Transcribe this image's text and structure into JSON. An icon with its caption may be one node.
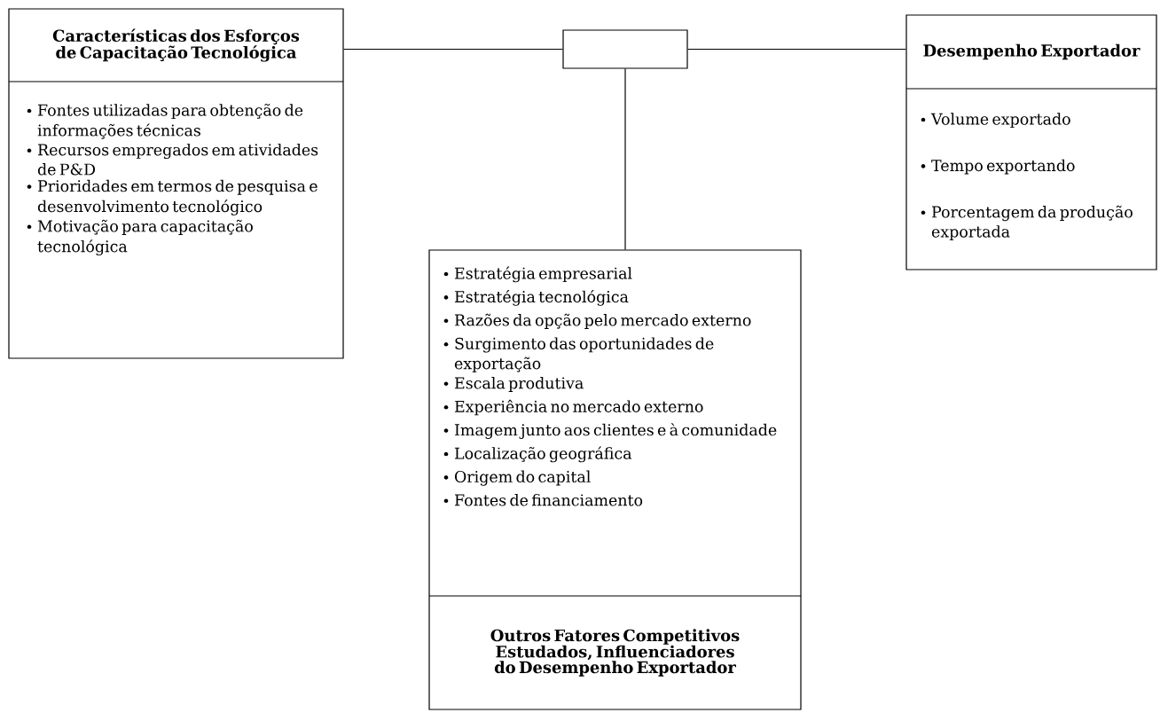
{
  "diagram": {
    "nodes": [
      {
        "text": [
          "Características dos Esforços de Capacitação Tecnológica",
          "Fontes utilizadas para obtenção de informações técnicas",
          "Recursos empregados em atividades de P&D",
          "Prioridades em termos de pesquisa e desenvolvimento tecnológico",
          "Motivação para capacitação tecnológica"
        ]
      },
      {
        "text": [],
        "shape": "box"
      },
      {
        "text": [
          "Desempenho Exportador",
          "Volume exportado",
          "Tempo exportando",
          "Porcentagem da produção exportada"
        ]
      },
      {
        "text": [
          "Estratégia empresarial",
          "Estratégia tecnológica",
          "Razões da opção pelo mercado externo",
          "Surgimento das oportunidades de exportação",
          "Escala produtiva",
          "Experiência no mercado externo",
          "Imagem junto aos clientes e à comunidade",
          "Localização geográfica",
          "Origem do capital",
          "Fontes de financiamento",
          "Outros Fatores Competitivos Estudados, Influenciadores do Desempenho Exportador"
        ]
      }
    ],
    "edges": [
      {
        "from": 0,
        "to": 1,
        "arrow": "none"
      },
      {
        "from": 1,
        "to": 2,
        "arrow": "none"
      },
      {
        "from": 1,
        "to": 3,
        "arrow": "none"
      }
    ]
  }
}
